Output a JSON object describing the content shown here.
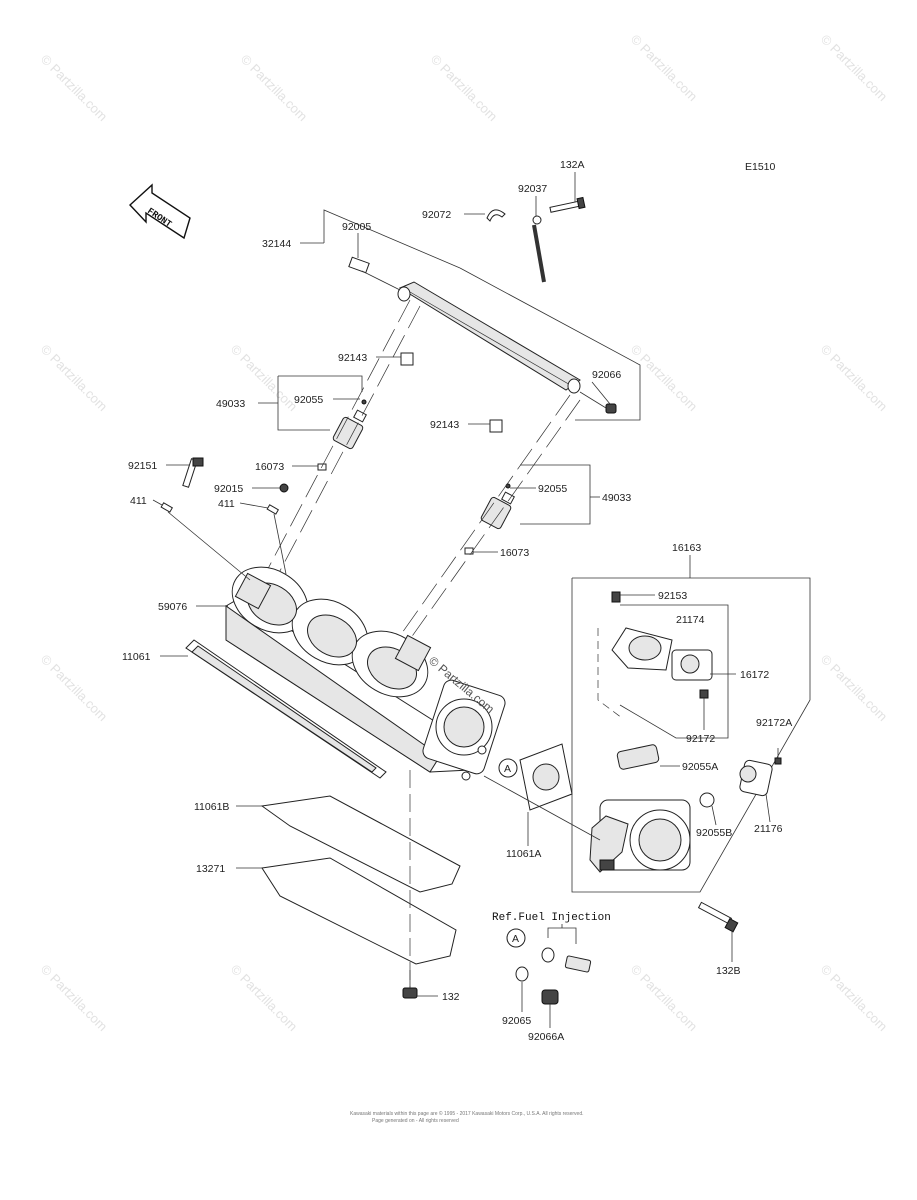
{
  "diagram_code": "E1510",
  "front_label": "FRONT",
  "ref_label": "Ref.Fuel Injection",
  "circle_marker": "A",
  "watermark": "© Partzilla.com",
  "footer_line1": "Kawasaki materials within this page are © 1995 - 2017 Kawasaki Motors Corp., U.S.A. All rights reserved.",
  "footer_line2": "Page generated on - All rights reserved",
  "parts": {
    "p132A": "132A",
    "p92037": "92037",
    "p92072": "92072",
    "p92005": "92005",
    "p32144": "32144",
    "p92143a": "92143",
    "p92066": "92066",
    "p49033a": "49033",
    "p92055a": "92055",
    "p92143b": "92143",
    "p16073a": "16073",
    "p92151": "92151",
    "p92015": "92015",
    "p411a": "411",
    "p411b": "411",
    "p92055b": "92055",
    "p49033b": "49033",
    "p16073b": "16073",
    "p16163": "16163",
    "p59076": "59076",
    "p92153": "92153",
    "p21174": "21174",
    "p11061": "11061",
    "p16172": "16172",
    "p92172": "92172",
    "p92172A": "92172A",
    "p92055A": "92055A",
    "p11061B": "11061B",
    "p11061A": "11061A",
    "p92055B": "92055B",
    "p21176": "21176",
    "p13271": "13271",
    "p132B": "132B",
    "p132": "132",
    "p92065": "92065",
    "p92066A": "92066A"
  }
}
